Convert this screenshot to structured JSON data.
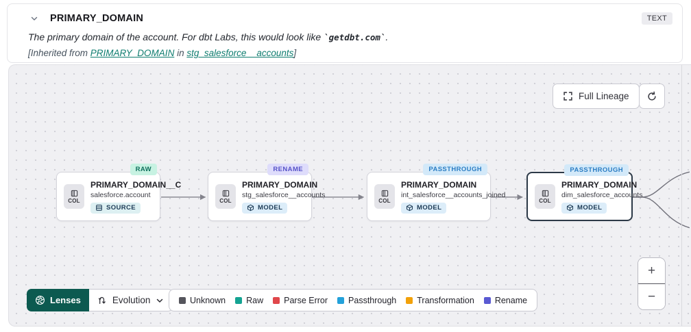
{
  "header": {
    "title": "PRIMARY_DOMAIN",
    "type_badge": "TEXT",
    "description_prefix": "The primary domain of the account. For dbt Labs, this would look like ",
    "description_code": "`getdbt.com`",
    "description_suffix": ".",
    "inherited_prefix": "[Inherited from ",
    "inherited_link_column": "PRIMARY_DOMAIN",
    "inherited_middle": " in ",
    "inherited_link_model": "stg_salesforce__accounts",
    "inherited_suffix": "]"
  },
  "canvas": {
    "full_lineage_label": "Full Lineage",
    "col_label": "COL",
    "zoom_in": "+",
    "zoom_out": "−",
    "nodes": [
      {
        "name": "PRIMARY_DOMAIN__C",
        "subtitle": "salesforce.account",
        "resource": "SOURCE",
        "badge": "RAW",
        "selected": false
      },
      {
        "name": "PRIMARY_DOMAIN",
        "subtitle": "stg_salesforce__accounts",
        "resource": "MODEL",
        "badge": "RENAME",
        "selected": false
      },
      {
        "name": "PRIMARY_DOMAIN",
        "subtitle": "int_salesforce__accounts_joined",
        "resource": "MODEL",
        "badge": "PASSTHROUGH",
        "selected": false
      },
      {
        "name": "PRIMARY_DOMAIN",
        "subtitle": "dim_salesforce_accounts",
        "resource": "MODEL",
        "badge": "PASSTHROUGH",
        "selected": true
      }
    ]
  },
  "toolbar": {
    "lenses_label": "Lenses",
    "lens_selected": "Evolution"
  },
  "legend": {
    "items": [
      {
        "label": "Unknown",
        "color": "#55555c"
      },
      {
        "label": "Raw",
        "color": "#14a392"
      },
      {
        "label": "Parse Error",
        "color": "#e0474b"
      },
      {
        "label": "Passthrough",
        "color": "#23a1da"
      },
      {
        "label": "Transformation",
        "color": "#f2a10a"
      },
      {
        "label": "Rename",
        "color": "#5a5ad2"
      }
    ]
  },
  "colors": {
    "lenses_button": "#0c5a50",
    "link_teal": "#0e7c6f",
    "badge_raw_bg": "#c7f2e2",
    "badge_rename_bg": "#dedcfb",
    "badge_passthrough_bg": "#d3e9f9",
    "canvas_bg": "#f0f0f3",
    "selected_node_border": "#2c3947"
  }
}
